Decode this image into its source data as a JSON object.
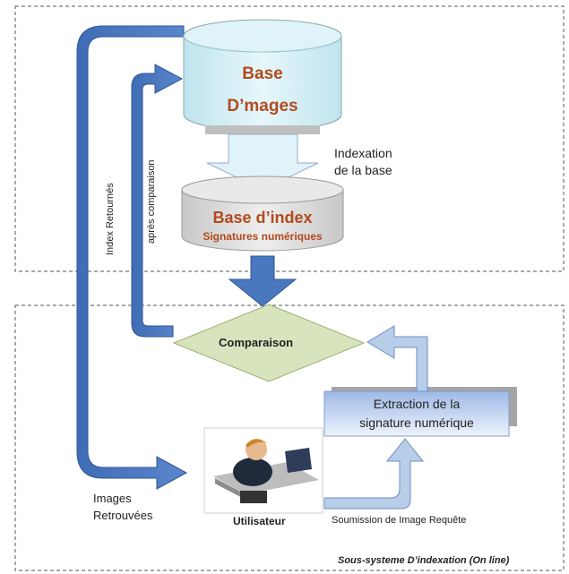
{
  "database": {
    "line1": "Base",
    "line2": "D’mages"
  },
  "indexation_label": {
    "line1": "Indexation",
    "line2": "de la base"
  },
  "index_db": {
    "title": "Base d’index",
    "subtitle": "Signatures numériques"
  },
  "returned_index_label": "Index Retournés",
  "after_comparison_label": "après comparaison",
  "comparison_label": "Comparaison",
  "extraction_box": {
    "line1": "Extraction de la",
    "line2": "signature numérique"
  },
  "user_label": "Utilisateur",
  "found_images": {
    "line1": "Images",
    "line2": "Retrouvées"
  },
  "submission_label": "Soumission de Image Requête",
  "subsystem_label": "Sous-systeme D’indexation (On line)",
  "colors": {
    "arrow_blue": "#4a78bf",
    "database_fill": "#cfeef5",
    "index_db_fill": "#d9d9d9",
    "diamond_fill": "#d7e4bd",
    "accent_text": "#b24a1e"
  }
}
